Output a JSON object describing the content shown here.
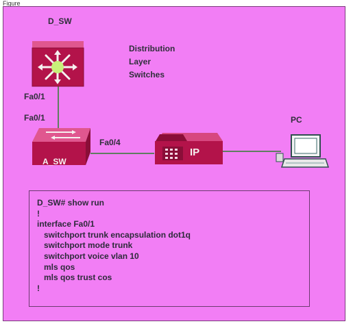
{
  "figure_label": "Figure",
  "devices": {
    "distribution_switch": "D_SW",
    "access_switch": "A_SW",
    "phone_badge": "IP",
    "pc": "PC"
  },
  "description_lines": [
    "Distribution",
    "Layer",
    "Switches"
  ],
  "ports": {
    "d_sw_port": "Fa0/1",
    "a_sw_uplink_port": "Fa0/1",
    "a_sw_phone_port": "Fa0/4"
  },
  "config_lines": [
    "D_SW# show run",
    "!",
    "interface Fa0/1",
    "   switchport trunk encapsulation dot1q",
    "   switchport mode trunk",
    "   switchport voice vlan 10",
    "   mls qos",
    "   mls qos trust cos",
    "!"
  ],
  "colors": {
    "background": "#f27ef5",
    "device": "#b3134a",
    "link": "#2e7d2e",
    "text": "#2f2f3a"
  }
}
